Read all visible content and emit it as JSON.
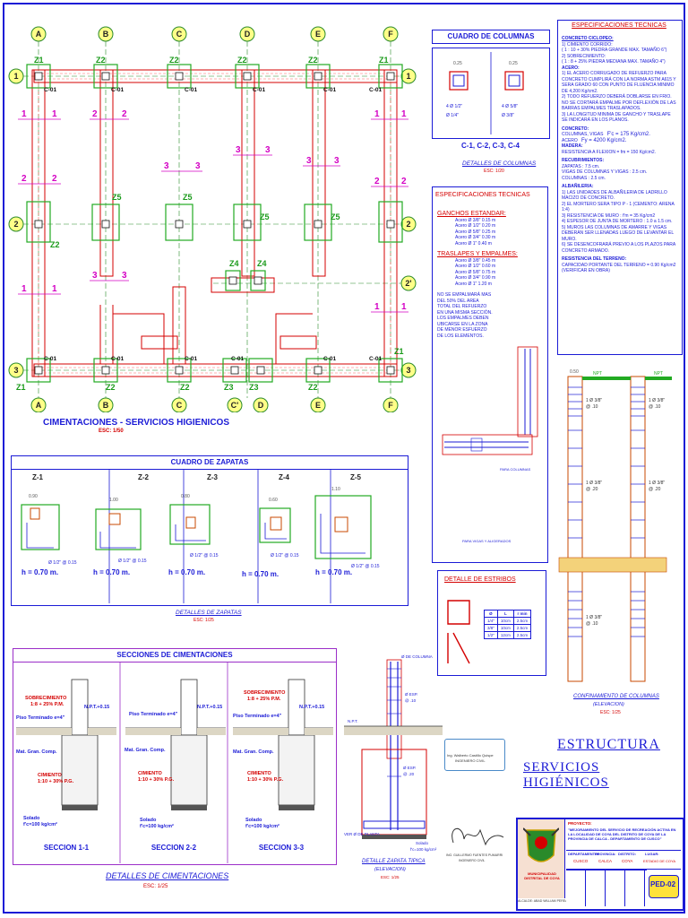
{
  "plan": {
    "title": "CIMENTACIONES - SERVICIOS HIGIENICOS",
    "scale": "ESC: 1/50",
    "axes_top": [
      "A",
      "B",
      "C",
      "D",
      "E",
      "F"
    ],
    "axes_bottom": [
      "A",
      "B",
      "C",
      "C'",
      "D",
      "E",
      "F"
    ],
    "rows": [
      "1",
      "2",
      "2'",
      "3"
    ],
    "z_top": [
      "Z1",
      "Z2",
      "Z2",
      "Z2",
      "Z2",
      "Z1"
    ],
    "z_bottom": [
      "Z1",
      "Z2",
      "Z2",
      "Z3",
      "Z3",
      "Z2",
      "Z1"
    ],
    "z_mid": [
      "Z5",
      "Z5",
      "Z5",
      "Z5",
      "Z2",
      "Z4",
      "Z4"
    ],
    "column_tag": "C-01",
    "section_marks": [
      "1",
      "2",
      "3"
    ]
  },
  "columns_table": {
    "title": "CUADRO DE COLUMNAS",
    "dim1": "0.25",
    "dim2": "0.25",
    "steel1": "4 Ø 1/2\"",
    "steel2": "4 Ø 5/8\"",
    "stirrup1": "Ø 1/4\"",
    "stirrup2": "Ø 3/8\"",
    "labels": "C-1, C-2, C-3, C-4",
    "caption": "DETALLES DE COLUMNAS",
    "caption_scale": "ESC: 1/20"
  },
  "specs_right": {
    "title": "ESPECIFICACIONES TECNICAS",
    "concrete_title": "CONCRETO CICLOPEO:",
    "lines": [
      "1) CIMIENTO CORRIDO:",
      "( 1 : 10 + 30% PIEDRA GRANDE MAX. TAMAÑO 6\")",
      "2) SOBRECIMIENTO:",
      "( 1 : 8 + 25% PIEDRA MEDIANA MAX. TAMAÑO 4\")",
      "ACERO:",
      "1) EL ACERO CORRUGADO DE REFUERZO PARA CONCRETO CUMPLIRÁ CON LA NORMA ASTM A615 Y SERA GRADO 60 CON PUNTO DE FLUENCIA MINIMO DE 4,200 Kg/cm2.",
      "2) TODO REFUERZO DEBERÁ DOBLARSE EN FRIO. NO SE CORTARÁ EMPALME POR DEFLEXIÓN DE LAS BARRAS EMPALMES TRASLAPADOS.",
      "3) LA LONGITUD MINIMA DE GANCHO Y TRASLAPE SE INDICARÁ EN LOS PLANOS."
    ],
    "concrete2_title": "CONCRETO:",
    "fc_label": "COLUMNAS, VIGAS",
    "fc": "F'c = 175 Kg/cm2.",
    "fy_label": "ACERO",
    "fy": "Fy = 4200 Kg/cm2.",
    "soil_title": "MADERA:",
    "soil_line": "RESISTENCIA A FLEXION = fm = 150 Kg/cm2.",
    "cover_title": "RECUBRIMIENTOS:",
    "cover_lines": [
      "ZAPATAS : 7.5 cm.",
      "VIGAS DE COLUMNAS Y VIGAS : 2.5 cm.",
      "COLUMNAS : 2.5 cm."
    ],
    "masonry_title": "ALBAÑILERIA:",
    "masonry_lines": [
      "1) LAS UNIDADES DE ALBAÑILERIA DE LADRILLO MACIZO DE CONCRETO.",
      "2) EL MORTERO SERA TIPO P - 1 (CEMENTO: ARENA 1:4)",
      "3) RESISTENCIA DE MURO : f'm = 35 Kg/cm2",
      "4) ESPESOR DE JUNTA DE MORTERO : 1.0 a 1.5 cm.",
      "5) MUROS LAS COLUMNAS DE AMARRE Y VIGAS DEBERÁN SER LLENADAS LUEGO DE LEVANTAR EL MURO.",
      "6) SE DESENCOFRARÁ PREVIO A LOS PLAZOS PARA CONCRETO ARMADO."
    ],
    "ground_title": "RESISTENCIA DEL TERRENO:",
    "ground_line": "CAPACIDAD PORTANTE DEL TERRENO = 0.90 Kg/cm2 (VERIFICAR EN OBRA)"
  },
  "specs_mid": {
    "title": "ESPECIFICACIONES TECNICAS",
    "hooks_title": "GANCHOS ESTANDAR:",
    "hooks": [
      "Acero Ø 3/8\" 0.15 m",
      "Acero Ø 1/2\" 0.20 m",
      "Acero Ø 5/8\" 0.25 m",
      "Acero Ø 3/4\" 0.30 m",
      "Acero Ø 1\" 0.40 m"
    ],
    "laps_title": "TRASLAPES Y EMPALMES:",
    "laps": [
      "Acero Ø 3/8\" 0.45 m",
      "Acero Ø 1/2\" 0.60 m",
      "Acero Ø 5/8\" 0.75 m",
      "Acero Ø 3/4\" 0.90 m",
      "Acero Ø 1\" 1.20 m"
    ],
    "notes": "NO SE EMPALMARÁ MAS DEL 50% DEL AREA TOTAL DEL REFUERZO EN UNA MISMA SECCIÓN. LOS EMPALMES DEBEN UBICARSE EN LA ZONA DE MENOR ESFUERZO DE LOS ELEMENTOS.",
    "fig1": "PARA COLUMNAS",
    "fig2": "PARA VIGAS Y ALIGERADOS"
  },
  "stirrups": {
    "title": "DETALLE DE ESTRIBOS",
    "headers": [
      "Ø",
      "L",
      "r min"
    ],
    "rows": [
      [
        "1/4\"",
        "10cm",
        "2.5cm"
      ],
      [
        "3/8\"",
        "10cm",
        "2.5cm"
      ],
      [
        "1/2\"",
        "12cm",
        "2.5cm"
      ]
    ]
  },
  "footings": {
    "title": "CUADRO DE ZAPATAS",
    "items": [
      {
        "name": "Z-1",
        "dim": "0.90",
        "h": "h = 0.70 m."
      },
      {
        "name": "Z-2",
        "dim": "1.00",
        "h": "h = 0.70 m."
      },
      {
        "name": "Z-3",
        "dim": "0.80",
        "h": "h = 0.70 m."
      },
      {
        "name": "Z-4",
        "dim": "0.60",
        "h": "h = 0.70 m."
      },
      {
        "name": "Z-5",
        "dim": "1.10",
        "h": "h = 0.70 m."
      }
    ],
    "steel": "Ø 1/2\" @ 0.15",
    "caption": "DETALLES DE ZAPATAS",
    "caption_scale": "ESC: 1/25"
  },
  "sections": {
    "title": "SECCIONES DE CIMENTACIONES",
    "sobre": "SOBRECIMIENTO",
    "sobre_mix": "1:8 + 25% P.M.",
    "npt": "N.P.T.+0.15",
    "piso": "Piso Terminado e=4\"",
    "mat": "Mat. Gran. Comp.",
    "cimiento": "CIMIENTO",
    "cimiento_mix": "1:10 + 30% P.G.",
    "solado": "Solado",
    "solado_fc": "f'c=100 kg/cm²",
    "names": [
      "SECCION 1-1",
      "SECCION 2-2",
      "SECCION 3-3"
    ],
    "caption": "DETALLES DE CIMENTACIONES",
    "caption_scale": "ESC: 1/25"
  },
  "elevation": {
    "col_label": "Ø DE COLUMNA",
    "npt": "N.P.T.",
    "esp1": "Ø ESP.",
    "esp2": "@ .10",
    "esp3": "@ .20",
    "ver": "VER Ø DE PLANTA",
    "solado": "Solado",
    "solado_fc": "f'c=100 kg/cm²",
    "caption": "DETALLE ZAPATA TIPICA",
    "caption_sub": "(ELEVACION)",
    "caption_scale": "ESC: 1/25"
  },
  "confinement": {
    "dim": "0.50",
    "npt1": "NPT",
    "npt2": "NPT",
    "labels": [
      "1 Ø 3/8\"",
      "@ .10",
      "1 Ø 3/8\"",
      "@ .20",
      "1 Ø 3/8\"",
      "@ .10"
    ],
    "caption": "CONFINAMIENTO DE COLUMNAS",
    "caption_sub": "(ELEVACION)",
    "caption_scale": "ESC: 1/25"
  },
  "sheet": {
    "title1": "ESTRUCTURA",
    "title2": "SERVICIOS HIGIÉNICOS",
    "sign_text": "Ing. Walberto Castillo Quispe",
    "sign_sub": "INGENIERO CIVIL",
    "sign2_text": "ING. GUILLERMO FUENTES PUMARRI",
    "sign2_sub": "INGENIERO CIVIL",
    "proyecto_label": "PROYECTO:",
    "proyecto": "\"MEJORAMIENTO DEL SERVICIO DE RECREACIÓN ACTIVA EN LA LOCALIDAD DE COYA DEL DISTRITO DE COYA DE LA PROVINCIA DE CALCA - DEPARTAMENTO DE CUSCO\"",
    "dep_label": "DEPARTAMENTO:",
    "dep": "CUSCO",
    "prov_label": "PROVINCIA:",
    "prov": "CALCA",
    "dist_label": "DISTRITO:",
    "dist": "COYA",
    "lugar_label": "LUGAR:",
    "lugar": "ESTADIO DE COYA",
    "sheet_code": "PED-02",
    "muni": "MUNICIPALIDAD DISTRITAL DE COYA",
    "footer": "ALCALDE: ABAD WILLIAM PEREA CARDENAS"
  }
}
